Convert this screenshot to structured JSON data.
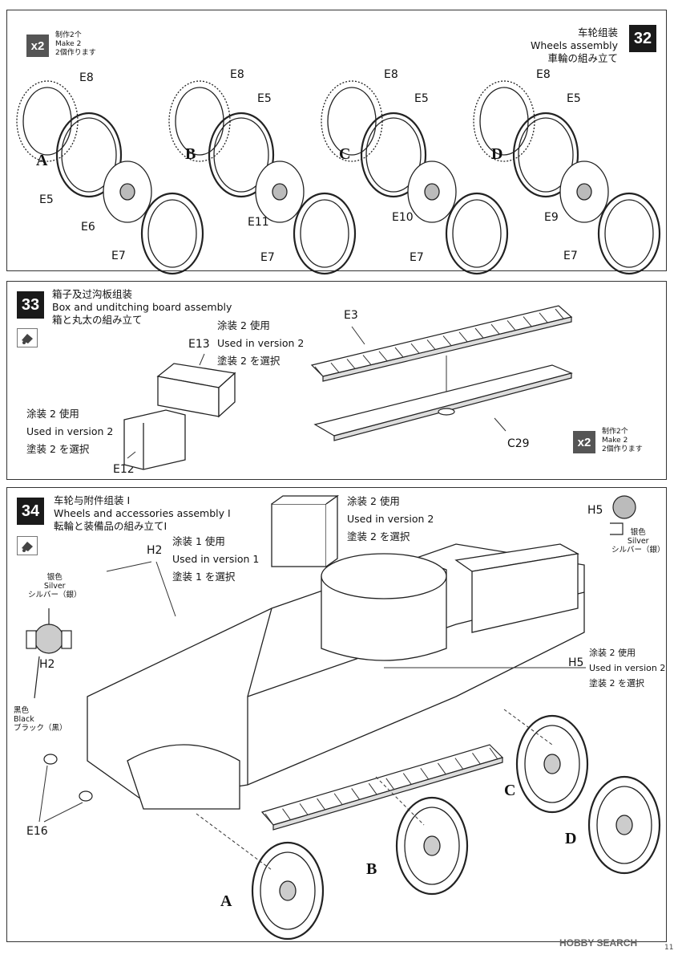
{
  "step32": {
    "number": "32",
    "title_cn": "车轮组装",
    "title_en": "Wheels assembly",
    "title_jp": "車輪の組み立て",
    "multiplier": "x2",
    "make_cn": "制作2个",
    "make_en": "Make 2",
    "make_jp": "2個作ります",
    "wheels": [
      {
        "letter": "A",
        "center": "E6"
      },
      {
        "letter": "B",
        "center": "E11"
      },
      {
        "letter": "C",
        "center": "E10"
      },
      {
        "letter": "D",
        "center": "E9"
      }
    ],
    "part_rim_outer": "E8",
    "part_rim": "E5",
    "part_tire": "E7"
  },
  "step33": {
    "number": "33",
    "title_cn": "箱子及过沟板组装",
    "title_en": "Box and unditching board assembly",
    "title_jp": "箱と丸太の組み立て",
    "parts": {
      "box": "E13",
      "box_lid": "E12",
      "board_top": "E3",
      "board_bottom": "C29"
    },
    "version_note_a": {
      "cn": "涂装 2 使用",
      "en": "Used in version 2",
      "jp": "塗装 2 を選択",
      "num": "2"
    },
    "version_note_b": {
      "cn": "涂装 2 使用",
      "en": "Used in version 2",
      "jp": "塗装 2 を選択",
      "num": "2"
    },
    "multiplier": "x2",
    "make_cn": "制作2个",
    "make_en": "Make 2",
    "make_jp": "2個作ります"
  },
  "step34": {
    "number": "34",
    "title_cn": "车轮与附件组装 I",
    "title_en": "Wheels and accessories assembly I",
    "title_jp": "転輪と装備品の組み立てI",
    "version_note_top": {
      "cn": "涂装 2 使用",
      "en": "Used in version 2",
      "jp": "塗装 2 を選択",
      "num": "2"
    },
    "version_note_v1": {
      "cn": "涂装 1 使用",
      "en": "Used in version 1",
      "jp": "塗装 1 を選択",
      "num": "1"
    },
    "version_note_right": {
      "cn": "涂装 2 使用",
      "en": "Used in version 2",
      "jp": "塗装 2 を選択",
      "num": "2"
    },
    "h2_label": "H2",
    "h5_label": "H5",
    "e16_label": "E16",
    "silver": {
      "cn": "银色",
      "en": "Silver",
      "jp": "シルバー（銀）"
    },
    "black": {
      "cn": "黑色",
      "en": "Black",
      "jp": "ブラック（黒）"
    },
    "wheel_letters": [
      "A",
      "B",
      "C",
      "D"
    ]
  },
  "footer": {
    "watermark": "HOBBY SEARCH",
    "page": "11"
  }
}
